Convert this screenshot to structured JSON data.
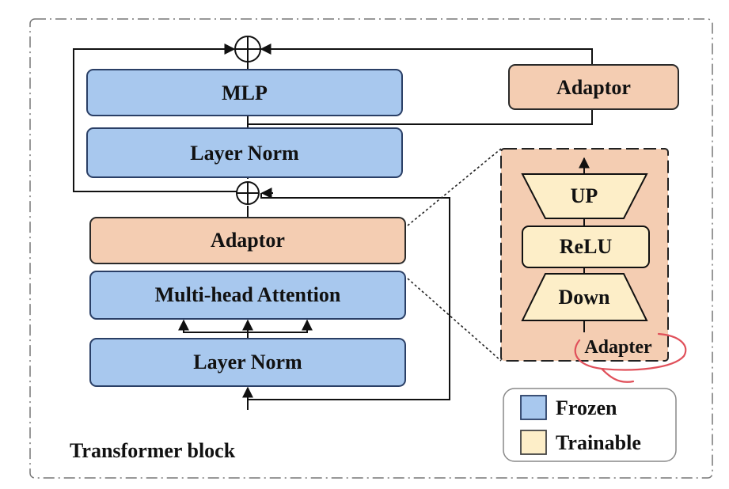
{
  "blocks": {
    "mlp": "MLP",
    "layer_norm_top": "Layer Norm",
    "adaptor_right": "Adaptor",
    "adaptor_mid": "Adaptor",
    "attention": "Multi-head Attention",
    "layer_norm_bottom": "Layer Norm"
  },
  "adapter_detail": {
    "up": "UP",
    "relu": "ReLU",
    "down": "Down",
    "label": "Adapter"
  },
  "legend": {
    "frozen": "Frozen",
    "trainable": "Trainable"
  },
  "caption": "Transformer block",
  "colors": {
    "frozen_fill": "#a8c8ee",
    "frozen_stroke": "#2a3f66",
    "adaptor_fill": "#f4cdb2",
    "trainable_fill": "#fdeec8",
    "highlight_red": "#e0505a"
  }
}
